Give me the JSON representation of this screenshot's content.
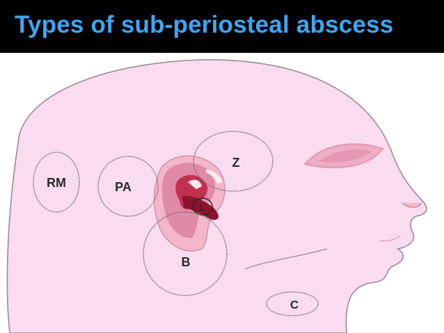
{
  "title": "Types of sub-periosteal abscess",
  "labels": {
    "rm": "RM",
    "pa": "PA",
    "z": "Z",
    "l": "L",
    "b": "B",
    "c": "C"
  },
  "colors": {
    "title_bg": "#000000",
    "title_text": "#3ea6f2",
    "skin": "#f9dcef",
    "skin_outline": "#9a8a94",
    "ear_shadow": "#e08aa8",
    "ear_inner": "#c2314f",
    "ear_dark": "#8c1330",
    "eye": "#e597b4",
    "circle_stroke": "#6a6a6a"
  }
}
